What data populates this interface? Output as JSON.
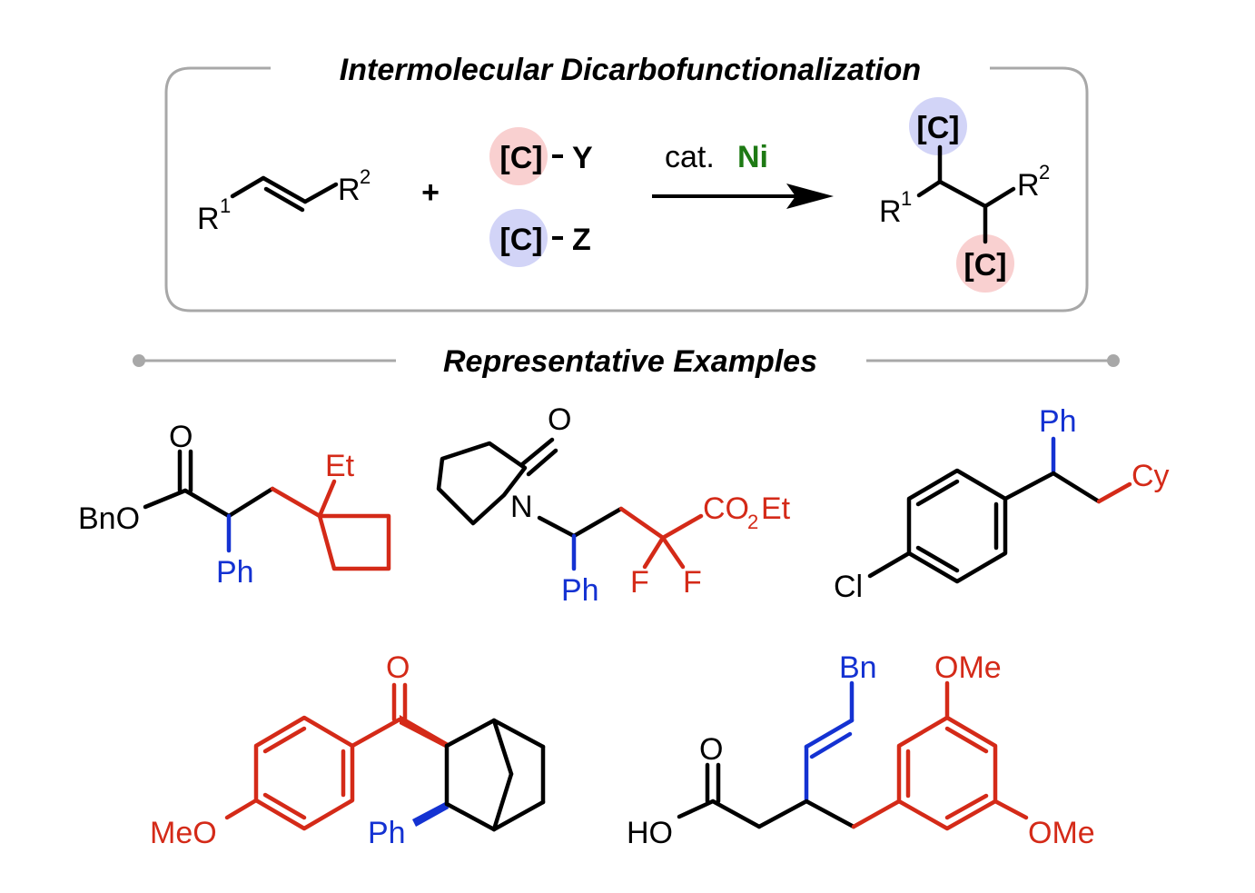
{
  "header": {
    "title": "Intermolecular Dicarbofunctionalization",
    "examples_title": "Representative Examples"
  },
  "scheme": {
    "plus": "+",
    "reagent_carbon": "[C]",
    "reagent_y": "Y",
    "reagent_z": "Z",
    "catalyst_prefix": "cat.",
    "catalyst_metal": "Ni",
    "product_carbon": "[C]",
    "r_label": "R",
    "sup1": "1",
    "sup2": "2"
  },
  "examples": {
    "ex1": {
      "o": "O",
      "bno": "BnO",
      "ph": "Ph",
      "et": "Et"
    },
    "ex2": {
      "o": "O",
      "n": "N",
      "ph": "Ph",
      "co": "CO",
      "sub2": "2",
      "et": "Et",
      "f1": "F",
      "f2": "F"
    },
    "ex3": {
      "ph": "Ph",
      "cy": "Cy",
      "cl": "Cl"
    },
    "ex4": {
      "o": "O",
      "meo": "MeO",
      "ph": "Ph"
    },
    "ex5": {
      "bn": "Bn",
      "ome_top": "OMe",
      "o": "O",
      "ho": "HO",
      "ome_bottom": "OMe"
    }
  },
  "colors": {
    "red": "#d42a18",
    "blue": "#1432d2",
    "green": "#1e7a14",
    "pink_circle": "#f9d0d0",
    "lavender_circle": "#d2d4f7",
    "frame_gray": "#a8a8a8"
  }
}
